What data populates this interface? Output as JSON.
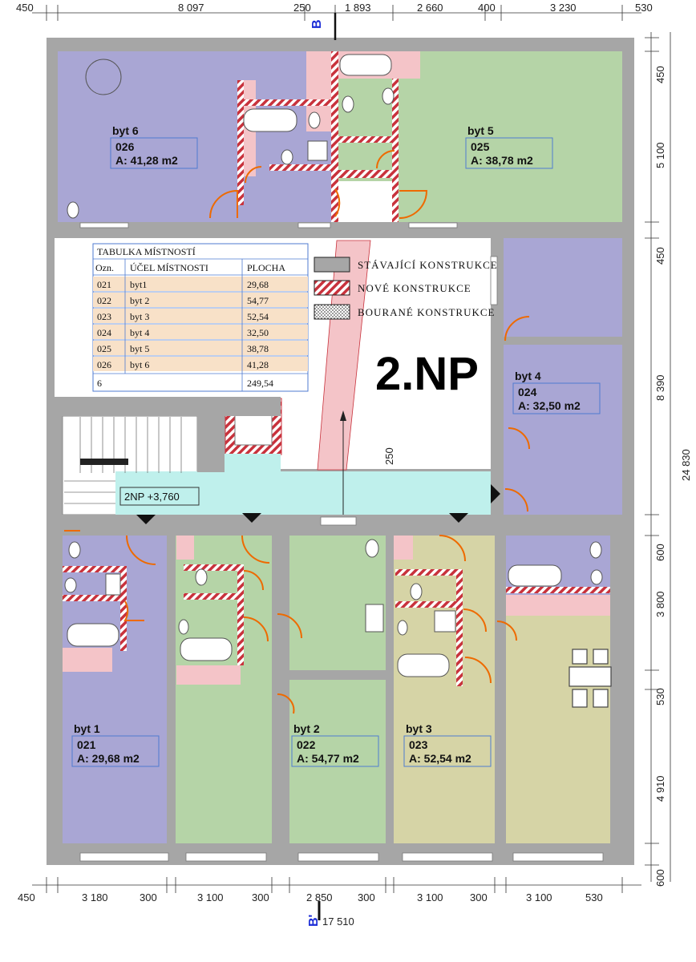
{
  "floor_label": "2.NP",
  "level_label": "2NP +3,760",
  "section": {
    "top": "B",
    "bottom": "B'"
  },
  "dims_top": [
    "450",
    "8 097",
    "250",
    "1 893",
    "2 660",
    "400",
    "3 230",
    "530"
  ],
  "dims_bottom": [
    "450",
    "3 180",
    "300",
    "3 100",
    "300",
    "2 850",
    "300",
    "3 100",
    "300",
    "3 100",
    "530"
  ],
  "dim_bottom_total": "17 510",
  "dims_right": [
    "450",
    "5 100",
    "450",
    "8 390",
    "600",
    "3 800",
    "530",
    "4 910",
    "600"
  ],
  "dim_right_total": "24 830",
  "dim_inner": "250",
  "table": {
    "title": "TABULKA MÍSTNOSTÍ",
    "headers": [
      "Ozn.",
      "ÚČEL MÍSTNOSTI",
      "PLOCHA"
    ],
    "rows": [
      [
        "021",
        "byt1",
        "29,68"
      ],
      [
        "022",
        "byt 2",
        "54,77"
      ],
      [
        "023",
        "byt 3",
        "52,54"
      ],
      [
        "024",
        "byt 4",
        "32,50"
      ],
      [
        "025",
        "byt 5",
        "38,78"
      ],
      [
        "026",
        "byt 6",
        "41,28"
      ]
    ],
    "total": [
      "6",
      "249,54"
    ]
  },
  "legend": [
    {
      "label": "STÁVAJÍCÍ KONSTRUKCE",
      "kind": "existing"
    },
    {
      "label": "NOVÉ KONSTRUKCE",
      "kind": "new"
    },
    {
      "label": "BOURANÉ KONSTRUKCE",
      "kind": "demolished"
    }
  ],
  "apartments": [
    {
      "name": "byt 6",
      "code": "026",
      "area": "A: 41,28 m2"
    },
    {
      "name": "byt 5",
      "code": "025",
      "area": "A: 38,78 m2"
    },
    {
      "name": "byt 4",
      "code": "024",
      "area": "A: 32,50 m2"
    },
    {
      "name": "byt 1",
      "code": "021",
      "area": "A: 29,68 m2"
    },
    {
      "name": "byt 2",
      "code": "022",
      "area": "A: 54,77 m2"
    },
    {
      "name": "byt 3",
      "code": "023",
      "area": "A: 52,54 m2"
    }
  ],
  "colors": {
    "wall": "#a6a6a6",
    "new_wall": "#c8323c",
    "purple": "#a9a6d4",
    "green": "#b5d4a7",
    "khaki": "#d6d4a6",
    "corridor": "#bff0ec",
    "pink": "#f4c4c8",
    "table_row": "#f8e1c8",
    "door": "#ee6a00",
    "label_box": "#4f7bd0"
  }
}
